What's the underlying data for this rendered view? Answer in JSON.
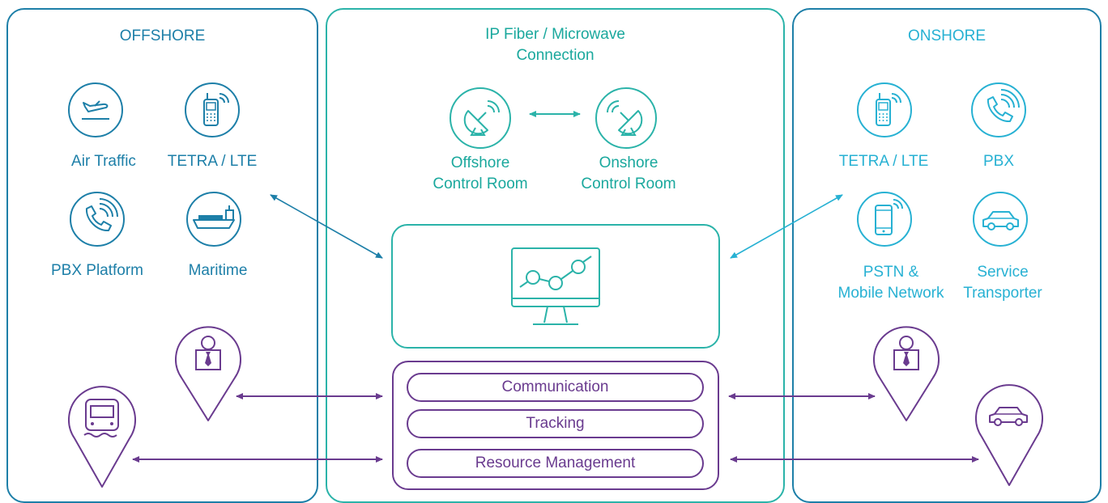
{
  "offshore": {
    "title": "OFFSHORE",
    "items": [
      {
        "label": "Air Traffic",
        "icon": "airplane-landing-icon"
      },
      {
        "label": "TETRA / LTE",
        "icon": "radio-handset-icon"
      },
      {
        "label": "PBX Platform",
        "icon": "phone-ringing-icon"
      },
      {
        "label": "Maritime",
        "icon": "ship-icon"
      }
    ],
    "pins": [
      {
        "icon": "person-pin-icon"
      },
      {
        "icon": "bus-pin-icon"
      }
    ]
  },
  "connection": {
    "title_line1": "IP Fiber / Microwave",
    "title_line2": "Connection",
    "offshore_room": {
      "line1": "Offshore",
      "line2": "Control Room",
      "icon": "satellite-dish-icon"
    },
    "onshore_room": {
      "line1": "Onshore",
      "line2": "Control Room",
      "icon": "satellite-dish-icon"
    },
    "monitor_icon": "monitor-analytics-icon",
    "services": [
      "Communication",
      "Tracking",
      "Resource Management"
    ]
  },
  "onshore": {
    "title": "ONSHORE",
    "items": [
      {
        "label": "TETRA / LTE",
        "icon": "radio-handset-icon"
      },
      {
        "label": "PBX",
        "icon": "phone-ringing-icon"
      },
      {
        "label1": "PSTN &",
        "label2": "Mobile Network",
        "icon": "mobile-phone-icon"
      },
      {
        "label1": "Service",
        "label2": "Transporter",
        "icon": "car-icon"
      }
    ],
    "pins": [
      {
        "icon": "person-pin-icon"
      },
      {
        "icon": "car-pin-icon"
      }
    ]
  },
  "colors": {
    "offshore_blue": "#1d7fa8",
    "teal": "#2bb3a9",
    "onshore_light_blue": "#27b1d3",
    "purple": "#6a3b8f"
  }
}
